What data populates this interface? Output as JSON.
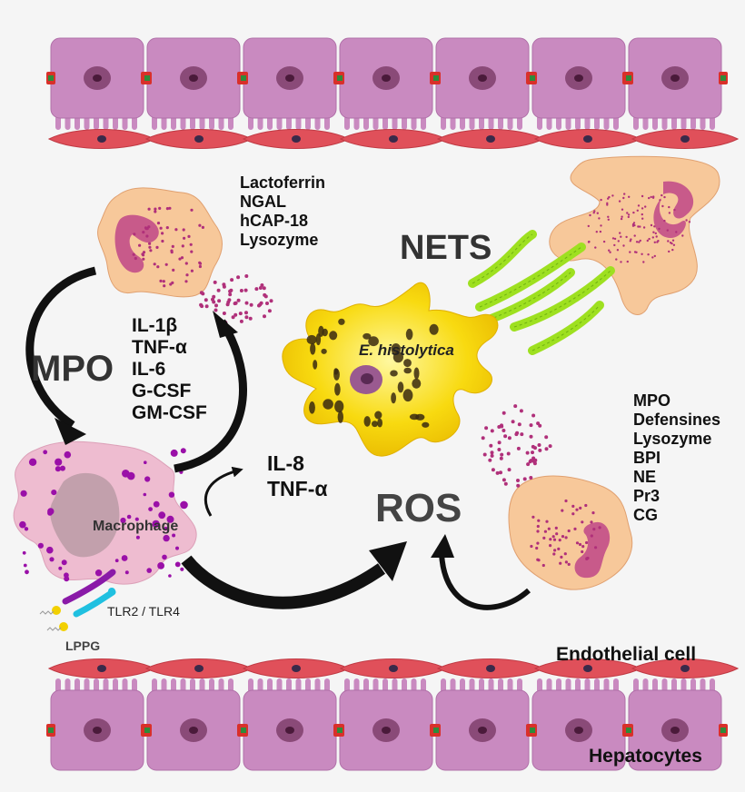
{
  "labels": {
    "mpo": "MPO",
    "nets": "NETS",
    "ros": "ROS",
    "parasite": "E. histolytica",
    "macrophage": "Macrophage",
    "receptors": "TLR2 / TLR4",
    "ligand": "LPPG",
    "endothelial": "Endothelial cell",
    "hepatocytes": "Hepatocytes"
  },
  "granules_top": [
    "Lactoferrin",
    "NGAL",
    "hCAP-18",
    "Lysozyme"
  ],
  "cytokines_left": [
    "IL-1β",
    "TNF-α",
    "IL-6",
    "G-CSF",
    "GM-CSF"
  ],
  "cytokines_mid": [
    "IL-8",
    "TNF-α"
  ],
  "granules_right": [
    "MPO",
    "Defensines",
    "Lysozyme",
    "BPI",
    "NE",
    "Pr3",
    "CG"
  ],
  "colors": {
    "background": "#f5f5f5",
    "hepatocyte": "#c98ac0",
    "hepatocyte_nucleus": "#8a4a78",
    "junction": "#d9302a",
    "junction_core": "#2e8b3a",
    "endothelial": "#e0505a",
    "neutrophil": "#f7c89a",
    "neutrophil_nucleus": "#c85a8a",
    "granule": "#b0307a",
    "amoeba": "#f5d000",
    "nets_fiber": "#9ee020",
    "macrophage": "#eebcd0",
    "macrophage_nucleus": "#c2a0ac",
    "macrophage_granule": "#9a10a8",
    "arrow": "#111111"
  }
}
